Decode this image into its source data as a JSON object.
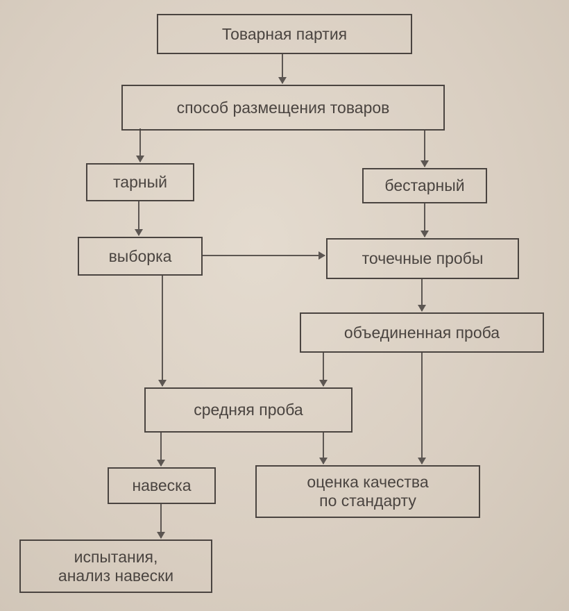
{
  "nodes": {
    "lot": "Товарная партия",
    "placement": "способ размещения товаров",
    "packaged": "тарный",
    "bulk": "бестарный",
    "sample": "выборка",
    "point_samples": "точечные пробы",
    "combined_sample": "объединенная проба",
    "average_sample": "средняя проба",
    "weighed_portion": "навеска",
    "quality_line1": "оценка качества",
    "quality_line2": "по стандарту",
    "tests_line1": "испытания,",
    "tests_line2": "анализ навески"
  },
  "colors": {
    "ink": "#4a4440",
    "arrow": "#5c5652",
    "paper": "#ddd3c6"
  }
}
